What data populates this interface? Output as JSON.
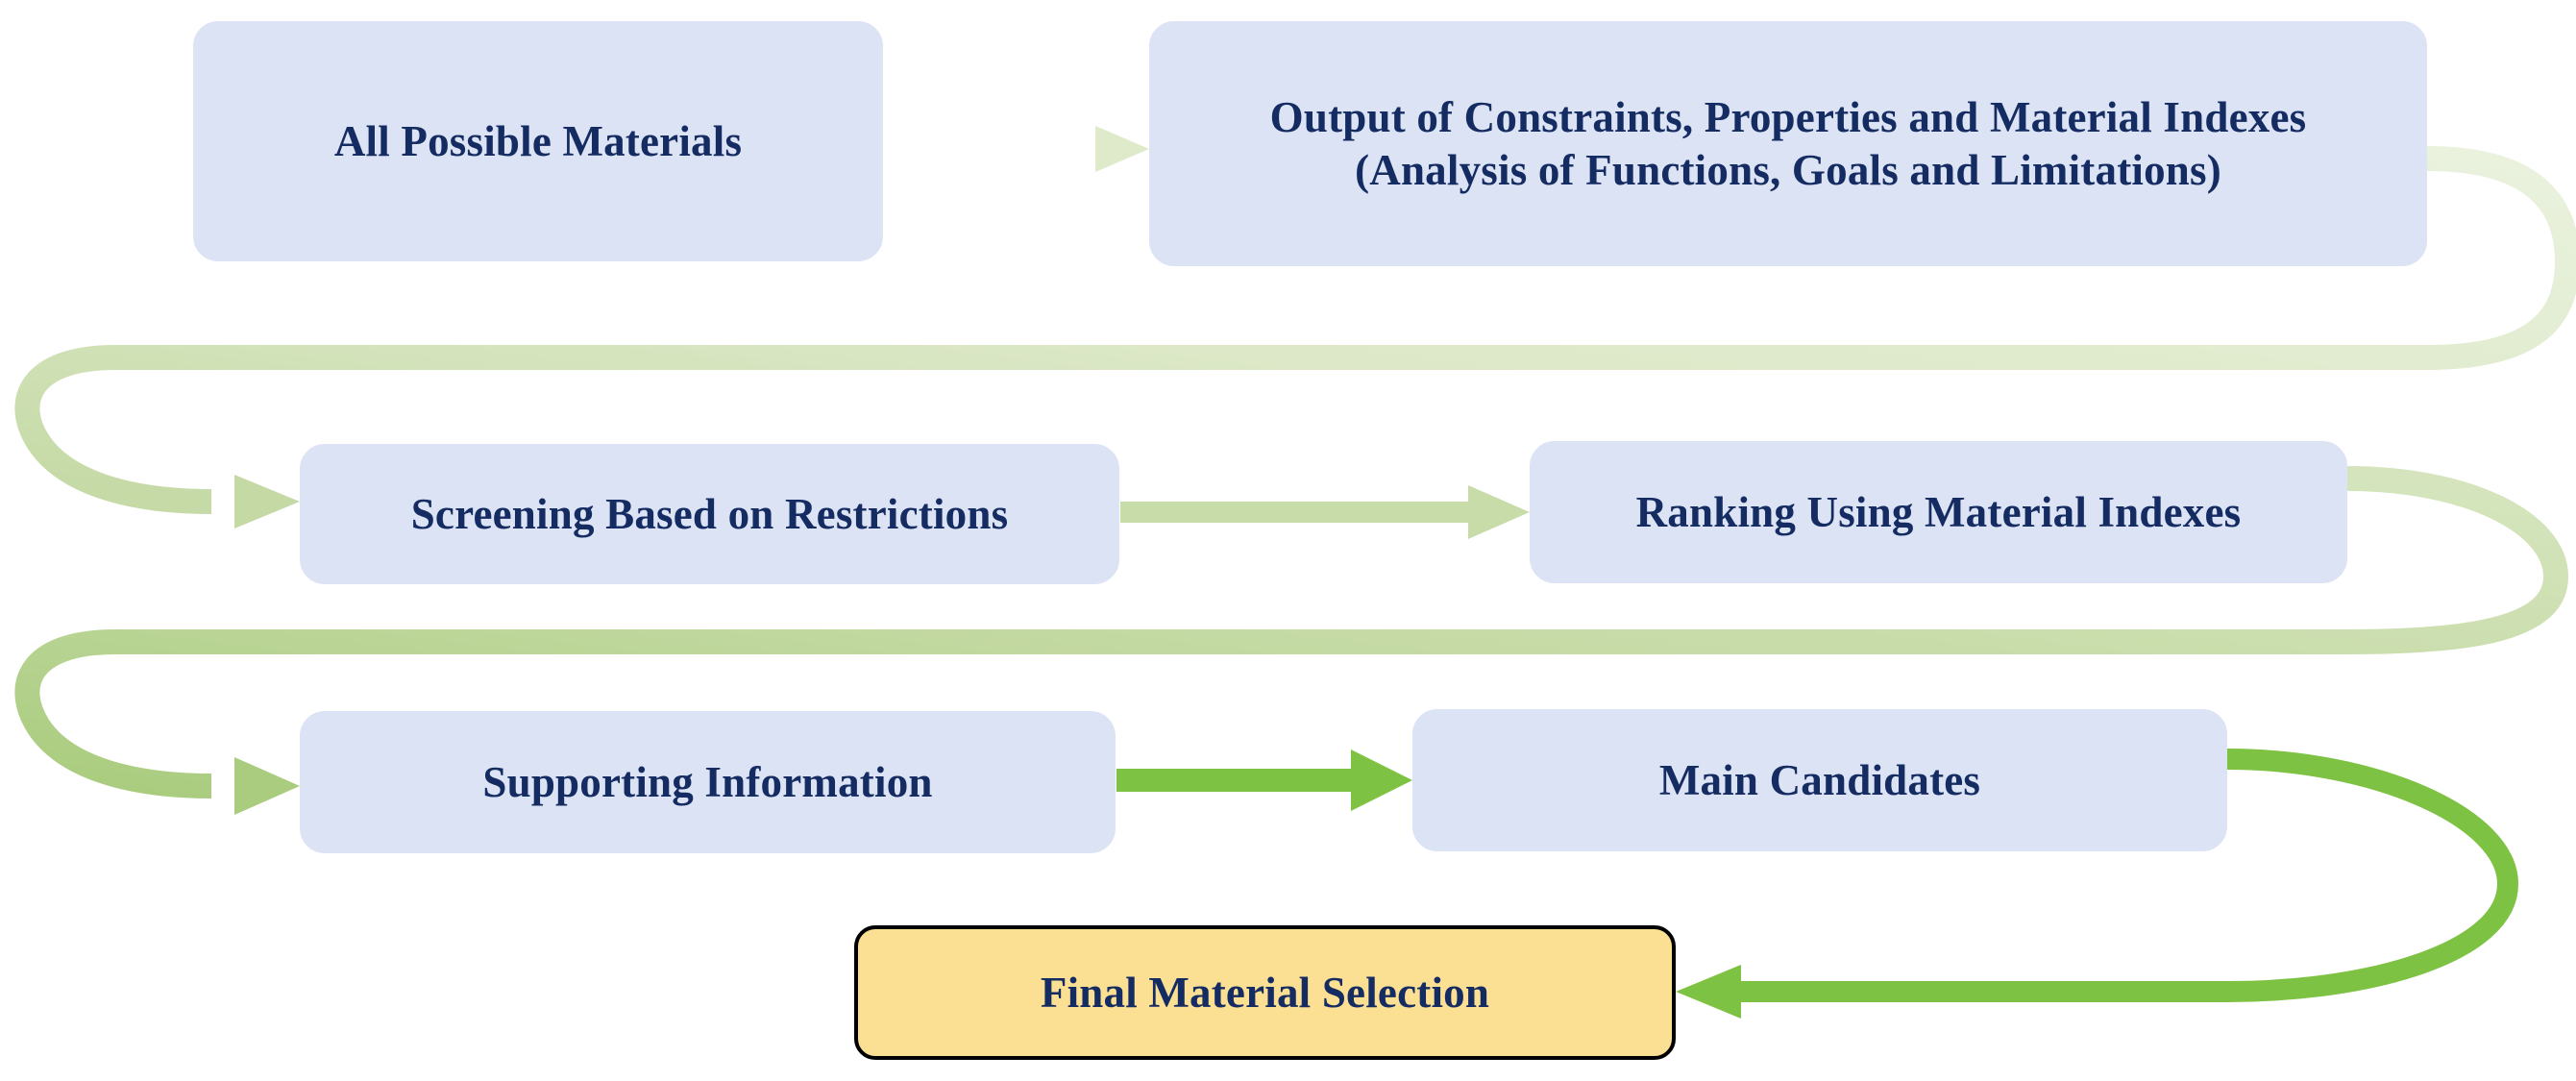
{
  "diagram": {
    "title": "Material Selection Process Flowchart",
    "colors": {
      "node_fill": "#DCE3F4",
      "node_text": "#152C63",
      "final_fill": "#FBDF92",
      "final_border": "#000000",
      "arrow_stage1": "#E2EBD0",
      "arrow_stage2": "#BDD79A",
      "arrow_stage3": "#7DC242"
    },
    "nodes": [
      {
        "id": "all-possible-materials",
        "label": "All Possible Materials",
        "type": "process",
        "row": 1
      },
      {
        "id": "output-constraints",
        "label": "Output of Constraints, Properties and Material Indexes\n(Analysis of Functions, Goals and Limitations)",
        "type": "process",
        "row": 1
      },
      {
        "id": "screening",
        "label": "Screening Based on Restrictions",
        "type": "process",
        "row": 2
      },
      {
        "id": "ranking",
        "label": "Ranking Using Material Indexes",
        "type": "process",
        "row": 2
      },
      {
        "id": "supporting-information",
        "label": "Supporting Information",
        "type": "process",
        "row": 3
      },
      {
        "id": "main-candidates",
        "label": "Main Candidates",
        "type": "process",
        "row": 3
      },
      {
        "id": "final-material",
        "label": "Final Material Selection",
        "type": "terminal",
        "row": 4
      }
    ],
    "edges": [
      {
        "id": "edge-1",
        "from": "all-possible-materials",
        "to": "output-constraints",
        "style": "straight",
        "color": "#E2EBD0"
      },
      {
        "id": "edge-2",
        "from": "output-constraints",
        "to": "screening",
        "style": "wrap-right-to-left",
        "color": "#DCE8C7"
      },
      {
        "id": "edge-3",
        "from": "screening",
        "to": "ranking",
        "style": "straight",
        "color": "#C8DCAA"
      },
      {
        "id": "edge-4",
        "from": "ranking",
        "to": "supporting-information",
        "style": "wrap-right-to-left",
        "color": "#BDD79A"
      },
      {
        "id": "edge-5",
        "from": "supporting-information",
        "to": "main-candidates",
        "style": "straight",
        "color": "#7DC242"
      },
      {
        "id": "edge-6",
        "from": "main-candidates",
        "to": "final-material",
        "style": "wrap-right-to-left",
        "color": "#7DC242"
      }
    ]
  }
}
